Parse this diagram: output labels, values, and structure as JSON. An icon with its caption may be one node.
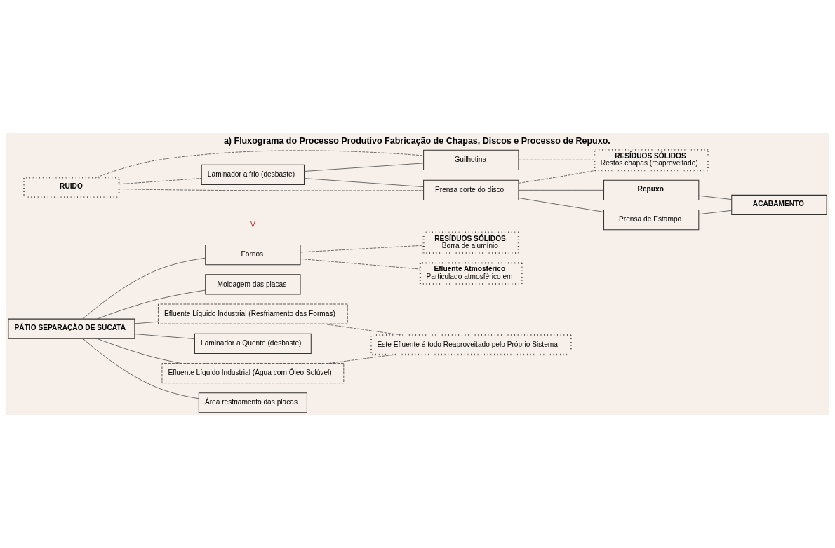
{
  "diagram": {
    "title": "a) Fluxograma do Processo Produtivo Fabricação de Chapas, Discos e Processo de Repuxo.",
    "nodes": [
      {
        "text": [
          "PÁTIO SEPARAÇÃO DE SUCATA"
        ]
      },
      {
        "text": [
          "Fornos"
        ]
      },
      {
        "text": [
          "Moldagem das placas"
        ]
      },
      {
        "text": [
          "Efluente Líquido Industrial (Resfriamento das Formas)"
        ]
      },
      {
        "text": [
          "Laminador a Quente (desbaste)"
        ]
      },
      {
        "text": [
          "Efluente Líquido Industrial (Água com Óleo Solúvel)"
        ]
      },
      {
        "text": [
          "Área resfriamento das placas"
        ]
      },
      {
        "text": [
          "RUIDO"
        ]
      },
      {
        "text": [
          "Laminador a frio (desbaste)"
        ]
      },
      {
        "text": [
          "Guilhotina"
        ]
      },
      {
        "text": [
          "Prensa corte do disco"
        ]
      },
      {
        "text": [
          "RESÍDUOS SÓLIDOS",
          "Borra de alumínio"
        ]
      },
      {
        "text": [
          "Efluente Atmosférico",
          "Particulado atmosférico em"
        ]
      },
      {
        "text": [
          "Este Efluente é todo Reaproveitado pelo Próprio Sistema"
        ]
      },
      {
        "text": [
          "RESÍDUOS SÓLIDOS",
          "Restos chapas (reaproveitado)"
        ]
      },
      {
        "text": [
          "Repuxo"
        ]
      },
      {
        "text": [
          "Prensa de Estampo"
        ]
      },
      {
        "text": [
          "ACABAMENTO"
        ]
      }
    ],
    "edges": [
      {
        "from": 0,
        "to": 1,
        "arrow": "none"
      },
      {
        "from": 0,
        "to": 2,
        "arrow": "none"
      },
      {
        "from": 0,
        "to": 3,
        "arrow": "none"
      },
      {
        "from": 0,
        "to": 4,
        "arrow": "none"
      },
      {
        "from": 0,
        "to": 5,
        "arrow": "none"
      },
      {
        "from": 0,
        "to": 6,
        "arrow": "none"
      },
      {
        "from": 1,
        "to": 11,
        "arrow": "none",
        "style": "dashed"
      },
      {
        "from": 1,
        "to": 12,
        "arrow": "none",
        "style": "dashed"
      },
      {
        "from": 3,
        "to": 13,
        "arrow": "none",
        "style": "dashed"
      },
      {
        "from": 5,
        "to": 13,
        "arrow": "none",
        "style": "dashed"
      },
      {
        "from": 7,
        "to": 8,
        "arrow": "none",
        "style": "dashed"
      },
      {
        "from": 7,
        "to": 9,
        "arrow": "none",
        "style": "dashed"
      },
      {
        "from": 7,
        "to": 10,
        "arrow": "none",
        "style": "dashed"
      },
      {
        "from": 8,
        "to": 9,
        "arrow": "none"
      },
      {
        "from": 8,
        "to": 10,
        "arrow": "none"
      },
      {
        "from": 9,
        "to": 14,
        "arrow": "none",
        "style": "dashed"
      },
      {
        "from": 10,
        "to": 14,
        "arrow": "none",
        "style": "dashed"
      },
      {
        "from": 10,
        "to": 15,
        "arrow": "none"
      },
      {
        "from": 10,
        "to": 16,
        "arrow": "none"
      },
      {
        "from": 15,
        "to": 17,
        "arrow": "none"
      },
      {
        "from": 16,
        "to": 17,
        "arrow": "none"
      }
    ],
    "labels": [
      "V"
    ]
  }
}
